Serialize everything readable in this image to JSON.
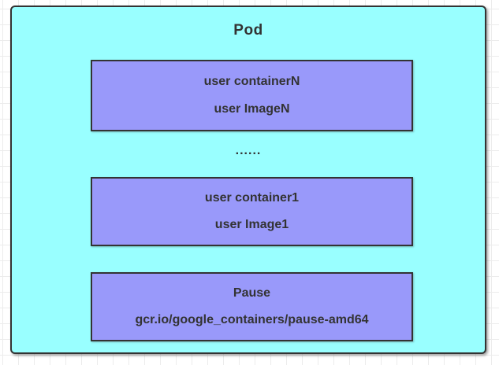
{
  "pod": {
    "title": "Pod",
    "ellipsis": "......",
    "containers": [
      {
        "name": "user containerN",
        "image": "user ImageN"
      },
      {
        "name": "user container1",
        "image": "user Image1"
      },
      {
        "name": "Pause",
        "image": "gcr.io/google_containers/pause-amd64"
      }
    ]
  },
  "colors": {
    "pod_fill": "#99FFFF",
    "container_fill": "#9999FA",
    "border": "#333333",
    "text": "#333333",
    "canvas_bg": "#FFFFFF",
    "grid_line": "#ECECEC"
  }
}
